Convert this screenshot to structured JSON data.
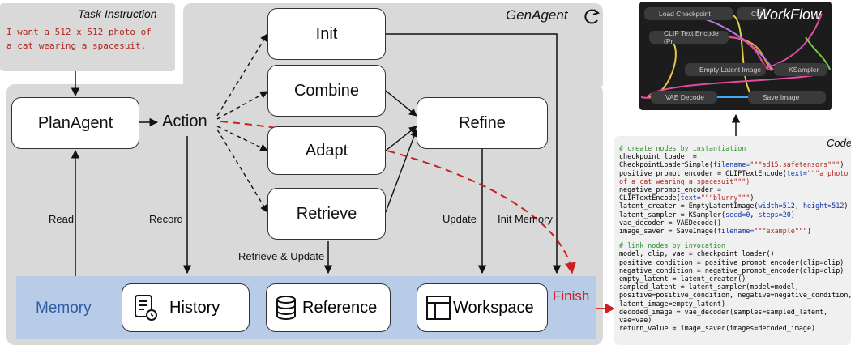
{
  "task": {
    "title": "Task Instruction",
    "text_line1": "I want a 512 x 512 photo of",
    "text_line2": "a cat wearing a spacesuit."
  },
  "genagent": {
    "title": "GenAgent"
  },
  "boxes": {
    "planagent": "PlanAgent",
    "action": "Action",
    "init": "Init",
    "combine": "Combine",
    "adapt": "Adapt",
    "retrieve": "Retrieve",
    "refine": "Refine"
  },
  "edge_labels": {
    "read": "Read",
    "record": "Record",
    "update": "Update",
    "init_memory": "Init Memory",
    "retrieve_update": "Retrieve & Update",
    "finish": "Finish"
  },
  "memory": {
    "title": "Memory",
    "history": "History",
    "reference": "Reference",
    "workspace": "Workspace"
  },
  "workflow": {
    "title": "WorkFlow",
    "nodes": {
      "load_checkpoint": "Load Checkpoint",
      "clip_text_encode": "CLIP Text Encode (Pr",
      "clip_cut": "CLI",
      "empty_latent": "Empty Latent Image",
      "ksampler": "KSampler",
      "vae_decode": "VAE Decode",
      "save_image": "Save Image"
    }
  },
  "code": {
    "title": "Code",
    "comment1": "# create nodes by instantiation",
    "l1": "checkpoint_loader =",
    "l2a": "CheckpointLoaderSimple(",
    "l2b": "filename=",
    "l2c": "\"\"\"sd15.safetensors\"\"\"",
    "l2d": ")",
    "l3a": "positive_prompt_encoder = CLIPTextEncode(",
    "l3b": "text=",
    "l3c": "\"\"\"a photo",
    "l4": "of a cat wearing a spacesuit\"\"\")",
    "l5": "negative_prompt_encoder =",
    "l6a": "CLIPTextEncode(",
    "l6b": "text=",
    "l6c": "\"\"\"blurry\"\"\"",
    "l6d": ")",
    "l7a": "latent_creater = EmptyLatentImage(",
    "l7b": "width=",
    "l7c": "512",
    "l7d": ", ",
    "l7e": "height=",
    "l7f": "512",
    "l7g": ")",
    "l8a": "latent_sampler = KSampler(",
    "l8b": "seed=",
    "l8c": "0",
    "l8d": ", ",
    "l8e": "steps=",
    "l8f": "20",
    "l8g": ")",
    "l9": "vae_decoder = VAEDecode()",
    "l10a": "image_saver = SaveImage(",
    "l10b": "filename=",
    "l10c": "\"\"\"example\"\"\"",
    "l10d": ")",
    "comment2": "# link nodes by invocation",
    "m1": "model, clip, vae = checkpoint_loader()",
    "m2": "positive_condition = positive_prompt_encoder(clip=clip)",
    "m3": "negative_condition = negative_prompt_encoder(clip=clip)",
    "m4": "empty_latent = latent_creater()",
    "m5": "sampled_latent = latent_sampler(model=model,",
    "m6": "positive=positive_condition, negative=negative_condition,",
    "m7": "latent_image=empty_latent)",
    "m8": "decoded_image = vae_decoder(samples=sampled_latent,",
    "m9": "vae=vae)",
    "m10": "return_value = image_saver(images=decoded_image)"
  },
  "colors": {
    "panel": "#d9d9d9",
    "memory": "#b8cbe7",
    "finish_red": "#cc1f1f",
    "memory_text": "#2e5da8",
    "task_text": "#b3261e"
  }
}
